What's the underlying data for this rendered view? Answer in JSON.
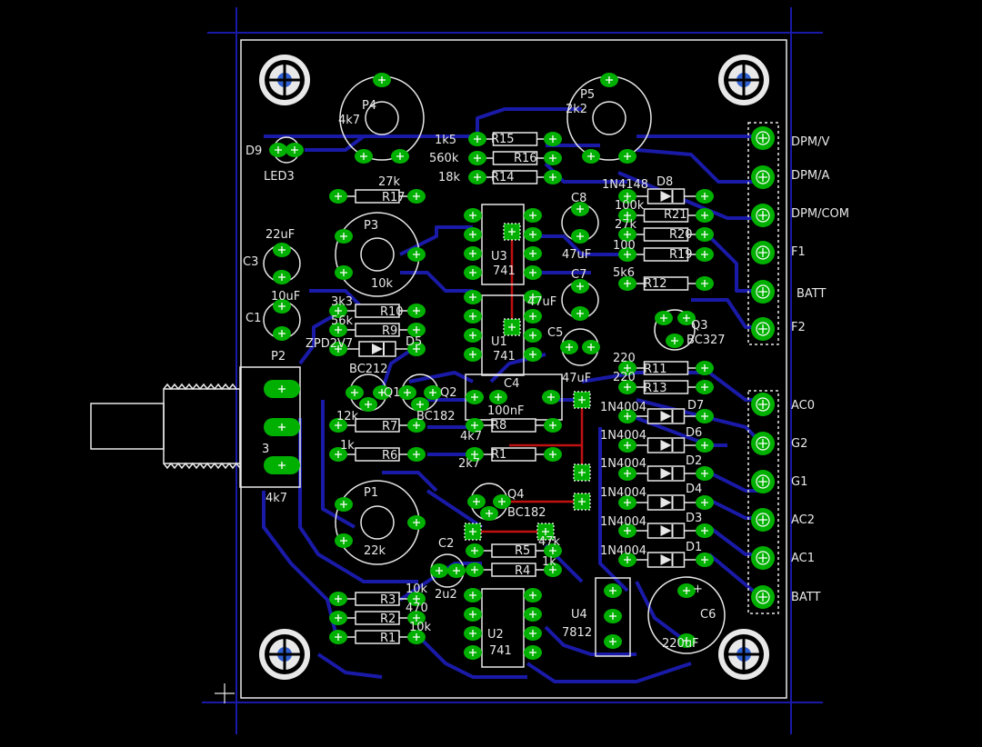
{
  "colors": {
    "background": "#000000",
    "trace": "#1a1aa8",
    "pad": "#00b000",
    "silk": "#e8e8e8",
    "jumper": "#c01010",
    "pad_mark": "#ffffff"
  },
  "components": [
    {
      "id": "p4",
      "labels": [
        "P4",
        "4k7"
      ]
    },
    {
      "id": "p5",
      "labels": [
        "P5",
        "2k2"
      ]
    },
    {
      "id": "d9",
      "labels": [
        "D9",
        "LED3"
      ]
    },
    {
      "id": "r17",
      "labels": [
        "27k",
        "R17"
      ]
    },
    {
      "id": "p3",
      "labels": [
        "P3",
        "10k"
      ]
    },
    {
      "id": "c3",
      "labels": [
        "22uF",
        "C3"
      ]
    },
    {
      "id": "c1",
      "labels": [
        "10uF",
        "C1"
      ]
    },
    {
      "id": "rtop",
      "labels": [
        "1k5",
        "560k",
        "18k",
        "R15",
        "R16",
        "R14"
      ]
    },
    {
      "id": "u3",
      "labels": [
        "U3",
        "741"
      ]
    },
    {
      "id": "u1",
      "labels": [
        "U1",
        "741"
      ]
    },
    {
      "id": "c8",
      "labels": [
        "C8",
        "47uF"
      ]
    },
    {
      "id": "c7",
      "labels": [
        "C7",
        "47uF"
      ]
    },
    {
      "id": "c5",
      "labels": [
        "C5",
        "47uF"
      ]
    },
    {
      "id": "d8",
      "labels": [
        "1N4148",
        "D8"
      ]
    },
    {
      "id": "r21",
      "labels": [
        "100k",
        "R21"
      ]
    },
    {
      "id": "r20",
      "labels": [
        "27k",
        "R20"
      ]
    },
    {
      "id": "r19",
      "labels": [
        "100",
        "R19"
      ]
    },
    {
      "id": "r12",
      "labels": [
        "5k6",
        "R12"
      ]
    },
    {
      "id": "q3",
      "labels": [
        "Q3",
        "BC327"
      ]
    },
    {
      "id": "r10",
      "labels": [
        "3k3",
        "R10"
      ]
    },
    {
      "id": "r9",
      "labels": [
        "56k",
        "R9"
      ]
    },
    {
      "id": "d5",
      "labels": [
        "ZPD2V7",
        "D5"
      ]
    },
    {
      "id": "q1",
      "labels": [
        "BC212",
        "Q1"
      ]
    },
    {
      "id": "q2",
      "labels": [
        "Q2",
        "BC182"
      ]
    },
    {
      "id": "c4",
      "labels": [
        "C4",
        "100nF"
      ]
    },
    {
      "id": "r11",
      "labels": [
        "220",
        "R11"
      ]
    },
    {
      "id": "r13",
      "labels": [
        "220",
        "R13"
      ]
    },
    {
      "id": "r7",
      "labels": [
        "12k",
        "R7"
      ]
    },
    {
      "id": "r6",
      "labels": [
        "1k",
        "R6"
      ]
    },
    {
      "id": "r8",
      "labels": [
        "4k7",
        "R8"
      ]
    },
    {
      "id": "r1b",
      "labels": [
        "2k7",
        "R1"
      ]
    },
    {
      "id": "p2",
      "labels": [
        "P2",
        "4k7",
        "3"
      ]
    },
    {
      "id": "p1",
      "labels": [
        "P1",
        "22k"
      ]
    },
    {
      "id": "q4",
      "labels": [
        "Q4",
        "BC182"
      ]
    },
    {
      "id": "r5",
      "labels": [
        "47k",
        "R5"
      ]
    },
    {
      "id": "r4",
      "labels": [
        "1k",
        "R4"
      ]
    },
    {
      "id": "c2",
      "labels": [
        "C2",
        "2u2"
      ]
    },
    {
      "id": "r3",
      "labels": [
        "10k",
        "R3"
      ]
    },
    {
      "id": "r2",
      "labels": [
        "470",
        "R2"
      ]
    },
    {
      "id": "r1",
      "labels": [
        "10k",
        "R1"
      ]
    },
    {
      "id": "u2",
      "labels": [
        "U2",
        "741"
      ]
    },
    {
      "id": "u4",
      "labels": [
        "U4",
        "7812"
      ]
    },
    {
      "id": "c6",
      "labels": [
        "C6",
        "220uF",
        "+"
      ]
    },
    {
      "id": "d7",
      "labels": [
        "1N4004",
        "D7"
      ]
    },
    {
      "id": "d6",
      "labels": [
        "1N4004",
        "D6"
      ]
    },
    {
      "id": "d2",
      "labels": [
        "1N4004",
        "D2"
      ]
    },
    {
      "id": "d4",
      "labels": [
        "1N4004",
        "D4"
      ]
    },
    {
      "id": "d3",
      "labels": [
        "1N4004",
        "D3"
      ]
    },
    {
      "id": "d1",
      "labels": [
        "1N4004",
        "D1"
      ]
    }
  ],
  "connectors": [
    "DPM/V",
    "DPM/A",
    "DPM/COM",
    "F1",
    "BATT",
    "F2",
    "AC0",
    "G2",
    "G1",
    "AC2",
    "AC1",
    "BATT"
  ]
}
